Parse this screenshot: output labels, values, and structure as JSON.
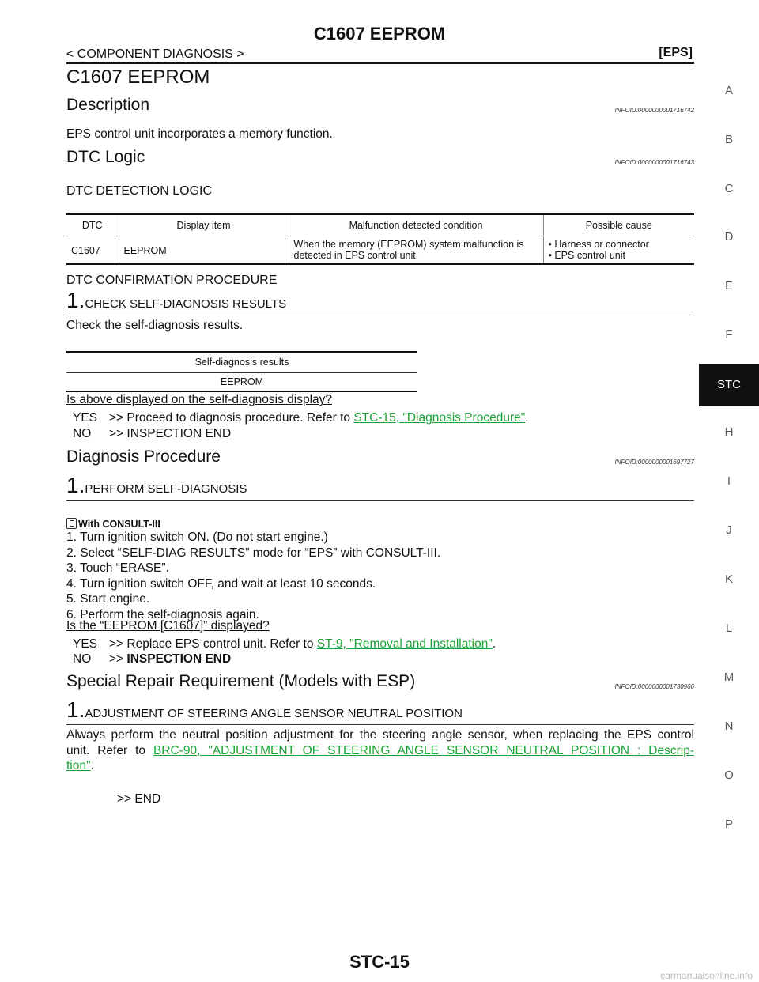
{
  "header": {
    "title": "C1607 EEPROM",
    "section": "< COMPONENT DIAGNOSIS >",
    "system": "[EPS]"
  },
  "side_tabs": [
    "A",
    "B",
    "C",
    "D",
    "E",
    "F",
    "STC",
    "H",
    "I",
    "J",
    "K",
    "L",
    "M",
    "N",
    "O",
    "P"
  ],
  "active_tab": "STC",
  "page_heading": "C1607 EEPROM",
  "description": {
    "heading": "Description",
    "infoid": "INFOID:0000000001716742",
    "text": "EPS control unit incorporates a memory function."
  },
  "dtc_logic": {
    "heading": "DTC Logic",
    "infoid": "INFOID:0000000001716743",
    "detection_title": "DTC DETECTION LOGIC",
    "table": {
      "headers": [
        "DTC",
        "Display item",
        "Malfunction detected condition",
        "Possible cause"
      ],
      "row": {
        "dtc": "C1607",
        "display": "EEPROM",
        "condition_1": "When the memory (EEPROM) system malfunction is",
        "condition_2": "detected in EPS control unit.",
        "cause_1": "• Harness or connector",
        "cause_2": "• EPS control unit"
      }
    },
    "confirmation_title": "DTC CONFIRMATION PROCEDURE",
    "step_num": "1.",
    "step_title": "CHECK SELF-DIAGNOSIS RESULTS",
    "step_text": "Check the self-diagnosis results.",
    "sd_table": {
      "header": "Self-diagnosis results",
      "value": "EEPROM"
    },
    "question": "Is above displayed on the self-diagnosis display?",
    "yes_key": "YES",
    "yes_text": ">> Proceed to diagnosis procedure. Refer to ",
    "yes_link": "STC-15, \"Diagnosis Procedure\"",
    "yes_end": ".",
    "no_key": "NO",
    "no_text": ">> INSPECTION END"
  },
  "diagnosis": {
    "heading": "Diagnosis Procedure",
    "infoid": "INFOID:0000000001697727",
    "step_num": "1.",
    "step_title": "PERFORM SELF-DIAGNOSIS",
    "consult_label": "With CONSULT-III",
    "steps": [
      "1. Turn ignition switch ON. (Do not start engine.)",
      "2. Select “SELF-DIAG RESULTS” mode for “EPS” with CONSULT-III.",
      "3. Touch “ERASE”.",
      "4. Turn ignition switch OFF, and wait at least 10 seconds.",
      "5. Start engine.",
      "6. Perform the self-diagnosis again."
    ],
    "question": "Is the “EEPROM [C1607]” displayed?",
    "yes_key": "YES",
    "yes_text": ">> Replace EPS control unit. Refer to ",
    "yes_link": "ST-9, \"Removal and Installation\"",
    "yes_end": ".",
    "no_key": "NO",
    "no_arrow": ">> ",
    "no_text": "INSPECTION END"
  },
  "special": {
    "heading": "Special Repair Requirement (Models with ESP)",
    "infoid": "INFOID:0000000001730966",
    "step_num": "1.",
    "step_title": "ADJUSTMENT OF STEERING ANGLE SENSOR NEUTRAL POSITION",
    "text_1": "Always perform the neutral position adjustment for the steering angle sensor, when replacing the EPS control",
    "text_2a": "unit. Refer to ",
    "link_1": "BRC-90, \"ADJUSTMENT OF STEERING ANGLE SENSOR NEUTRAL POSITION : Descrip-",
    "link_2": "tion\"",
    "text_end": ".",
    "end": ">> END"
  },
  "footer": "STC-15",
  "watermark": "carmanualsonline.info"
}
